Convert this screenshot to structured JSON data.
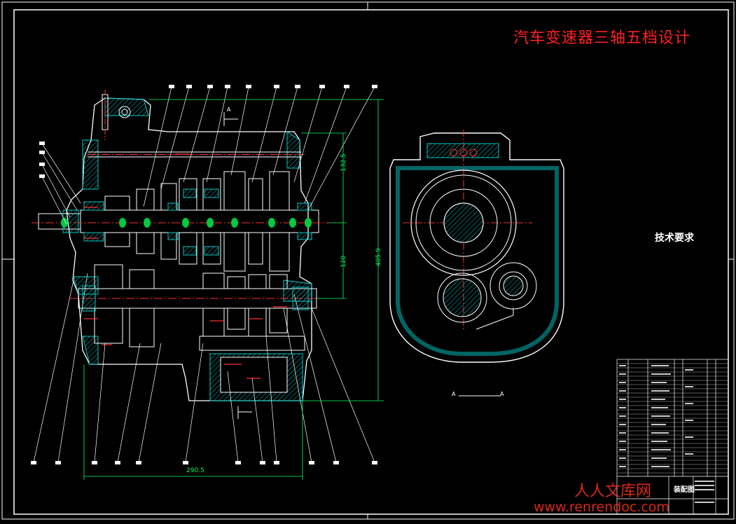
{
  "title": "汽车变速器三轴五档设计",
  "tech_requirements": {
    "heading": "技术要求",
    "notes": [
      "",
      "",
      "",
      ""
    ]
  },
  "dimensions": {
    "overall_height": "405.9",
    "upper_span": "132.5",
    "lower_span": "120",
    "overall_length": "290.5"
  },
  "section_labels": {
    "section_a_left": "A",
    "section_a_right": "A",
    "view_a": "A"
  },
  "title_block": {
    "drawing_type": "装配图"
  },
  "watermark": {
    "cn": "人人文库网",
    "url": "www.renrendoc.com"
  },
  "colors": {
    "background": "#000000",
    "outline": "#ffffff",
    "dimension": "#00ff60",
    "hatch": "#00c8c8",
    "centerline": "#ff3030",
    "title": "#ff2020"
  }
}
